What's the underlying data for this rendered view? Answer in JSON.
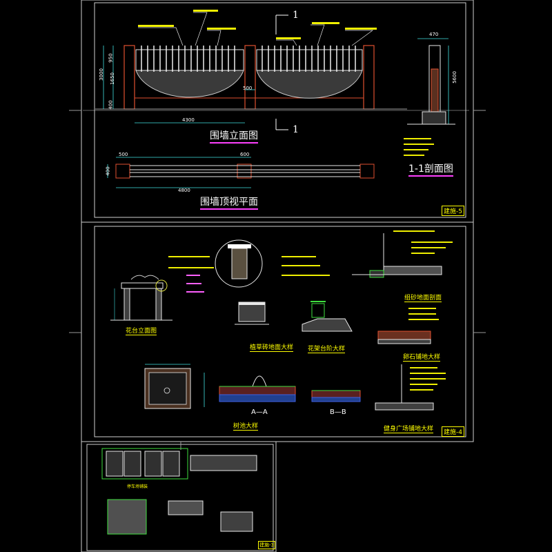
{
  "sheet1": {
    "title_elevation": "围墙立面图",
    "title_plan": "围墙顶视平面",
    "title_section": "1-1剖面图",
    "section_mark": "1",
    "sheet_no": "建施-5",
    "dims": {
      "h_total": "3000",
      "h_upper": "950",
      "h_mid": "1650",
      "h_base": "400",
      "w_total": "4300",
      "w_pier": "500",
      "plan_w1": "500",
      "plan_w2": "600",
      "plan_total": "4800",
      "plan_h": "400",
      "sec_top": "470",
      "sec_h": "5600"
    }
  },
  "sheet2": {
    "title_pergola": "花台立面图",
    "title_edge": "植草砖地面大样",
    "title_curb": "花架台阶大样",
    "title_gravel": "卵石铺地大样",
    "title_flower": "组砂地面剖面",
    "title_plaza": "健身广场铺地大样",
    "title_tree": "树池大样",
    "label_a": "A—A",
    "label_b": "B—B",
    "sheet_no": "建施-4"
  },
  "sheet3": {
    "title_parking": "停车场铺装",
    "sheet_no": "建施-3"
  }
}
